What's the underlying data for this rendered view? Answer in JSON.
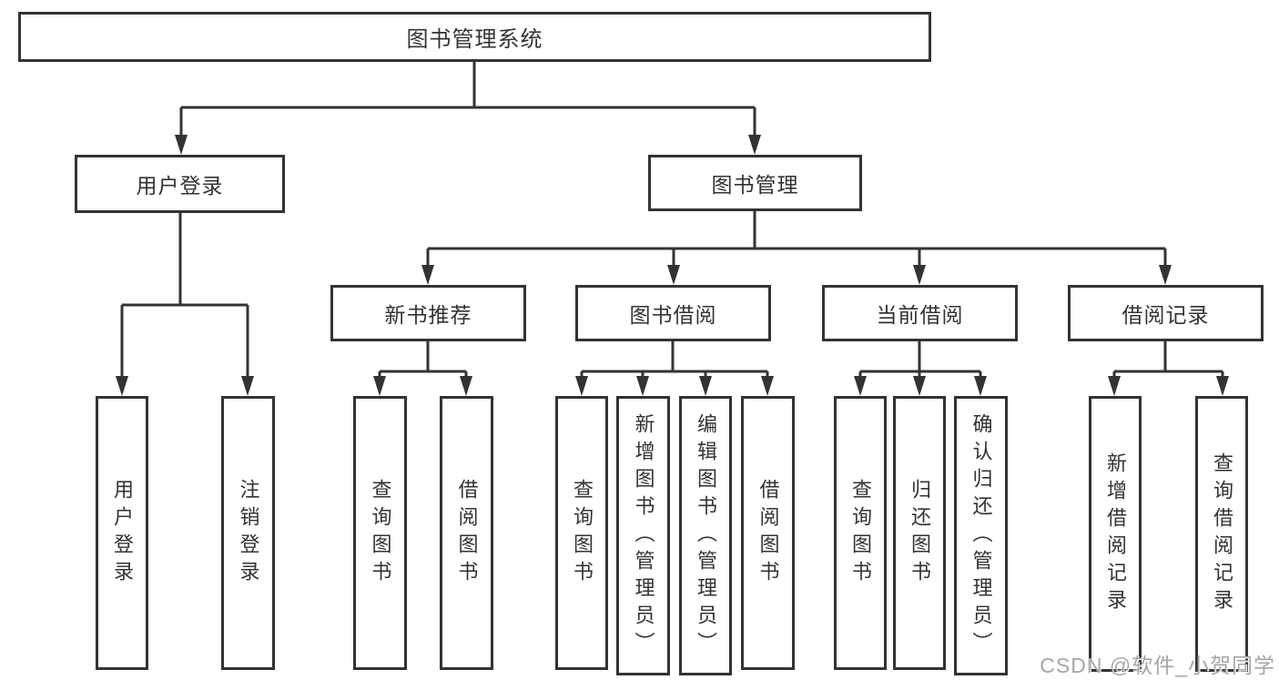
{
  "tree": {
    "root": {
      "label": "图书管理系统",
      "children": [
        {
          "label": "用户登录",
          "children": [
            {
              "label": "用户登录"
            },
            {
              "label": "注销登录"
            }
          ]
        },
        {
          "label": "图书管理",
          "children": [
            {
              "label": "新书推荐",
              "children": [
                {
                  "label": "查询图书"
                },
                {
                  "label": "借阅图书"
                }
              ]
            },
            {
              "label": "图书借阅",
              "children": [
                {
                  "label": "查询图书"
                },
                {
                  "label": "新增图书（管理员）"
                },
                {
                  "label": "编辑图书（管理员）"
                },
                {
                  "label": "借阅图书"
                }
              ]
            },
            {
              "label": "当前借阅",
              "children": [
                {
                  "label": "查询图书"
                },
                {
                  "label": "归还图书"
                },
                {
                  "label": "确认归还（管理员）"
                }
              ]
            },
            {
              "label": "借阅记录",
              "children": [
                {
                  "label": "新增借阅记录"
                },
                {
                  "label": "查询借阅记录"
                }
              ]
            }
          ]
        }
      ]
    }
  },
  "watermark": {
    "text": "CSDN @软件_小贺同学"
  },
  "colors": {
    "line": "#333333",
    "box_border": "#333333",
    "background": "#ffffff",
    "text": "#333333",
    "watermark": "#a6a6a6"
  }
}
